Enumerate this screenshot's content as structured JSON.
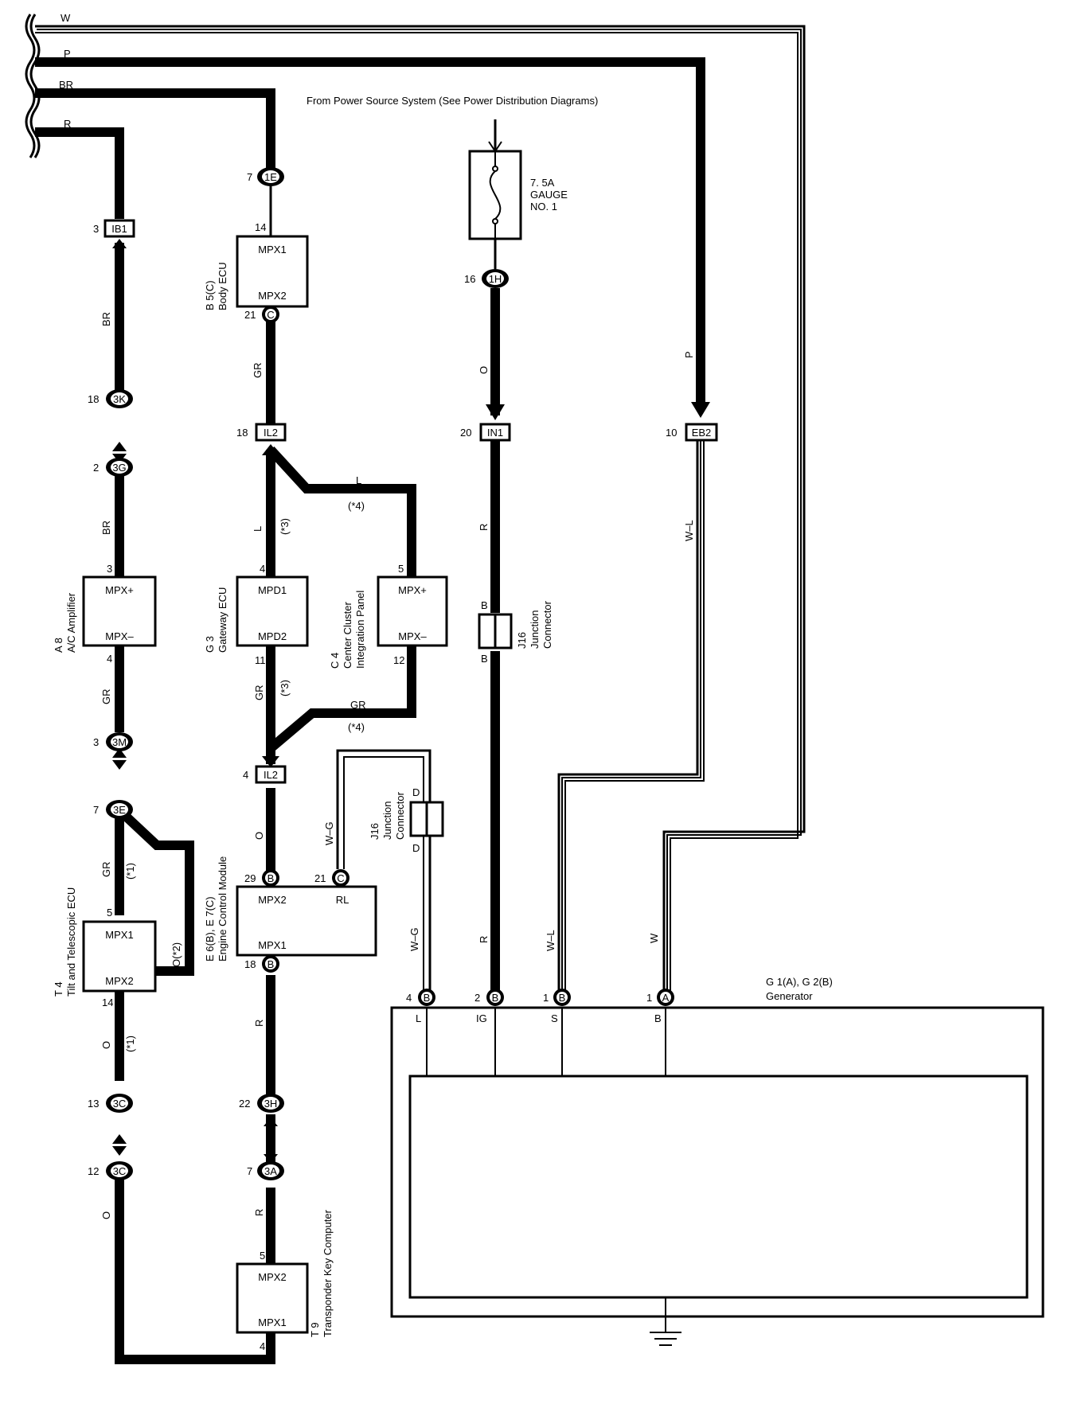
{
  "header": {
    "power_source_note": "From Power Source System (See Power Distribution Diagrams)"
  },
  "left_wires": {
    "w": "W",
    "p": "P",
    "br": "BR",
    "r": "R"
  },
  "fuse": {
    "rating": "7. 5A",
    "name": "GAUGE",
    "number": "NO. 1"
  },
  "connectors": {
    "ib1": "IB1",
    "ib1_pin": "3",
    "c3k": "3K",
    "c3k_pin": "18",
    "c3g": "3G",
    "c3g_pin": "2",
    "c3m": "3M",
    "c3m_pin": "3",
    "c3e": "3E",
    "c3e_pin": "7",
    "c3c_a": "3C",
    "c3c_a_pin": "13",
    "c3c_b": "3C",
    "c3c_b_pin": "12",
    "c1e": "1E",
    "c1e_pin": "7",
    "il2_top": "IL2",
    "il2_top_pin": "18",
    "il2_bot": "IL2",
    "il2_bot_pin": "4",
    "c3h": "3H",
    "c3h_pin": "22",
    "c3a": "3A",
    "c3a_pin": "7",
    "c1h": "1H",
    "c1h_pin": "16",
    "in1": "IN1",
    "in1_pin": "20",
    "eb2": "EB2",
    "eb2_pin": "10",
    "b5_c": "C",
    "b5_c_pin": "21",
    "e6_b29": "B",
    "e6_b29_pin": "29",
    "e6_c21": "C",
    "e6_c21_pin": "21",
    "e6_b18": "B",
    "e6_b18_pin": "18",
    "g_b4": "B",
    "g_b4_pin": "4",
    "g_b2": "B",
    "g_b2_pin": "2",
    "g_b1": "B",
    "g_b1_pin": "1",
    "g_a1": "A",
    "g_a1_pin": "1"
  },
  "wire_colors": {
    "br1": "BR",
    "br2": "BR",
    "gr1": "GR",
    "gr_t4": "GR",
    "gr_star1": "(*1)",
    "o_t4": "O",
    "o_star1": "(*1)",
    "o_loop": "O(*2)",
    "o_bottom": "O",
    "gr_b5": "GR",
    "l_g3": "L",
    "l_star3": "(*3)",
    "l_g3_star4_top": "L",
    "l_star4": "(*4)",
    "gr_g3": "GR",
    "gr_star3": "(*3)",
    "gr_c4": "GR",
    "gr_star4": "(*4)",
    "o_e6": "O",
    "r_e6": "R",
    "r_t9": "R",
    "wg_e6": "W–G",
    "wg_j16": "W–G",
    "o_fuse": "O",
    "r_in1": "R",
    "r_gen": "R",
    "p_right": "P",
    "wl_eb2": "W–L",
    "wl_gen": "W–L",
    "w_gen": "W"
  },
  "components": {
    "a8": {
      "ref": "A 8",
      "name": "A/C Amplifier",
      "pin_top": "3",
      "pin_bot": "4",
      "t1": "MPX+",
      "t2": "MPX–"
    },
    "t4": {
      "ref": "T 4",
      "name": "Tilt and Telescopic ECU",
      "pin_top": "5",
      "pin_bot": "14",
      "t1": "MPX1",
      "t2": "MPX2"
    },
    "b5": {
      "ref": "B 5(C)",
      "name": "Body ECU",
      "pin_top": "14",
      "t1": "MPX1",
      "t2": "MPX2"
    },
    "g3": {
      "ref": "G 3",
      "name": "Gateway ECU",
      "pin_top": "4",
      "pin_bot": "11",
      "t1": "MPD1",
      "t2": "MPD2"
    },
    "c4": {
      "ref": "C 4",
      "name1": "Center Cluster",
      "name2": "Integration Panel",
      "pin_top": "5",
      "pin_bot": "12",
      "t1": "MPX+",
      "t2": "MPX–"
    },
    "e6": {
      "ref": "E 6(B), E 7(C)",
      "name": "Engine Control Module",
      "t1": "MPX2",
      "t2": "RL",
      "t3": "MPX1"
    },
    "t9": {
      "ref": "T 9",
      "name": "Transponder Key Computer",
      "pin_top": "5",
      "pin_bot": "4",
      "t1": "MPX2",
      "t2": "MPX1"
    },
    "j16a": {
      "ref": "J16",
      "name": "Junction",
      "name2": "Connector",
      "pin_top": "B",
      "pin_bot": "B"
    },
    "j16b": {
      "ref": "J16",
      "name": "Junction",
      "name2": "Connector",
      "pin_top": "D",
      "pin_bot": "D"
    },
    "gen": {
      "ref": "G 1(A), G 2(B)",
      "name": "Generator",
      "t_l": "L",
      "t_ig": "IG",
      "t_s": "S",
      "t_b": "B"
    }
  }
}
